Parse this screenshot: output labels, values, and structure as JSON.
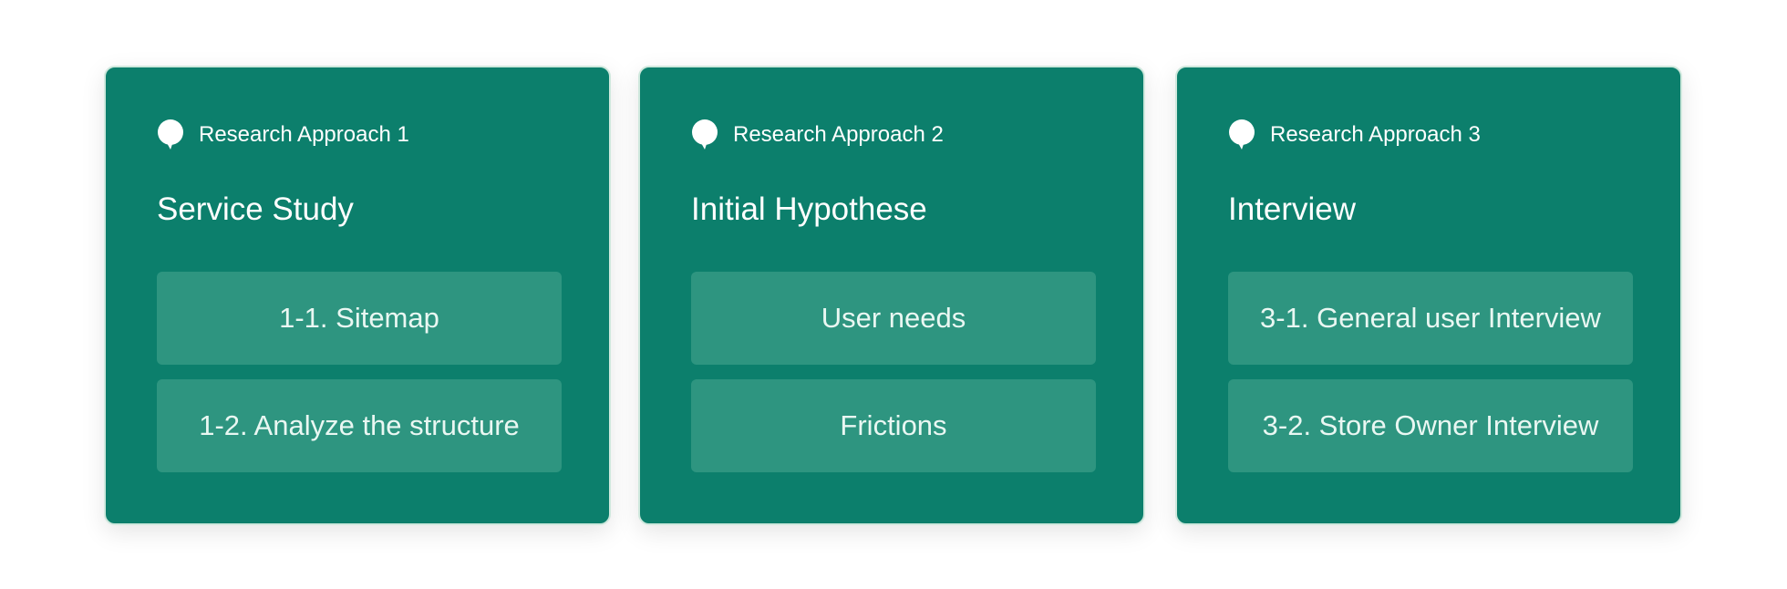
{
  "cards": [
    {
      "label": "Research Approach 1",
      "title": "Service Study",
      "items": [
        "1-1. Sitemap",
        "1-2. Analyze the structure"
      ]
    },
    {
      "label": "Research Approach 2",
      "title": "Initial Hypothese",
      "items": [
        "User needs",
        "Frictions"
      ]
    },
    {
      "label": "Research Approach 3",
      "title": "Interview",
      "items": [
        "3-1. General user Interview",
        "3-2. Store Owner Interview"
      ]
    }
  ],
  "icons": {
    "card_icon": "speech-bubble-icon"
  },
  "colors": {
    "card_background": "#0c7f6c",
    "item_background": "#2e9580",
    "text": "#ffffff"
  }
}
